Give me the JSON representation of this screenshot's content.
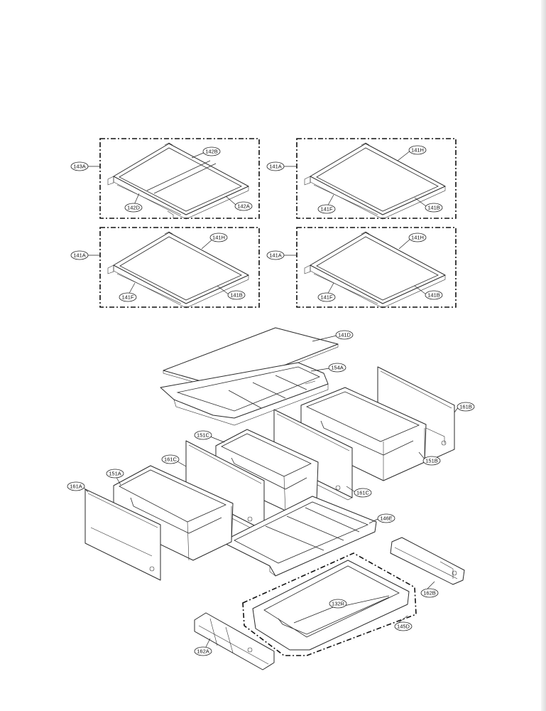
{
  "colors": {
    "line": "#2a2a2a",
    "background": "#ffffff"
  },
  "shelf_panels": [
    {
      "group": "143A",
      "front": "142D",
      "glass_left": "142B",
      "right": "142A"
    },
    {
      "group": "141A",
      "front": "141F",
      "glass": "141H",
      "trim": "141B"
    },
    {
      "group": "141A",
      "front": "141F",
      "glass": "141H",
      "trim": "141B"
    },
    {
      "group": "141A",
      "front": "141F",
      "glass": "141H",
      "trim": "141B"
    }
  ],
  "drawers": {
    "cover_glass": "141D",
    "cover_frame": "154A",
    "cover_right": "161B",
    "crisper_right": "151B",
    "crisper_mid": "151C",
    "divider_mid": "161C",
    "divider_mid_lower": "161C",
    "crisper_left": "151A",
    "cover_left": "161A",
    "base_frame": "146E",
    "slide_right": "162B",
    "pantry_tray": "145D",
    "tray_rail": "132R",
    "slide_left": "162A"
  }
}
